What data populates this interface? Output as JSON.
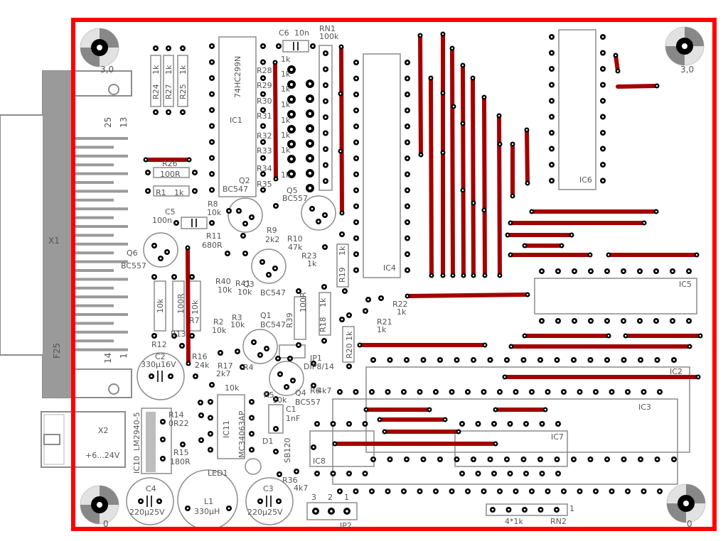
{
  "colors": {
    "outline": "#ff0000",
    "trace": "#a30000",
    "silk": "#8c8c8c",
    "pad": "#000000",
    "text": "#555555"
  },
  "connectors": {
    "x1": {
      "name": "X1",
      "pin_25": "25",
      "pin_13": "13",
      "pin_14": "14",
      "pin_1": "1",
      "variant": "F25"
    },
    "x2": {
      "name": "X2",
      "voltage": "+6...24V"
    },
    "jp1": {
      "name": "JP1",
      "label": "DIP8/14"
    },
    "jp2": {
      "name": "JP2",
      "pin_3": "3",
      "pin_2": "2",
      "pin_1": "1"
    },
    "rn1": {
      "name": "RN1",
      "value": "100k"
    },
    "rn2": {
      "name": "RN2",
      "value": "4*1k",
      "pin_1": "1"
    }
  },
  "mounting_holes": {
    "label_tl": "3,0",
    "label_tr": "3,0",
    "label_bl": "0",
    "label_br": "0"
  },
  "ics": [
    {
      "name": "IC1",
      "part": "74HC299N"
    },
    {
      "name": "IC2"
    },
    {
      "name": "IC3"
    },
    {
      "name": "IC4"
    },
    {
      "name": "IC5"
    },
    {
      "name": "IC6"
    },
    {
      "name": "IC7"
    },
    {
      "name": "IC8"
    },
    {
      "name": "IC10",
      "part": "LM2940-5"
    },
    {
      "name": "IC11",
      "part": "MC34063AP"
    }
  ],
  "resistors": [
    {
      "name": "R24",
      "value": "1k"
    },
    {
      "name": "R27",
      "value": "1k"
    },
    {
      "name": "R25",
      "value": "1k"
    },
    {
      "name": "R26",
      "value": "100R"
    },
    {
      "name": "R1",
      "value": "1k"
    },
    {
      "name": "R28",
      "value": "1k"
    },
    {
      "name": "R29",
      "value": "1k"
    },
    {
      "name": "R30",
      "value": "1k"
    },
    {
      "name": "R31",
      "value": "1k"
    },
    {
      "name": "R32",
      "value": "1k"
    },
    {
      "name": "R33",
      "value": "1k"
    },
    {
      "name": "R34",
      "value": "1k"
    },
    {
      "name": "R35",
      "value": "1k"
    },
    {
      "name": "R8",
      "value": "10k"
    },
    {
      "name": "R9",
      "value": "2k2"
    },
    {
      "name": "R10",
      "value": "47k"
    },
    {
      "name": "R11",
      "value": "680R"
    },
    {
      "name": "R23",
      "value": "1k"
    },
    {
      "name": "R19",
      "value": "1k"
    },
    {
      "name": "R40",
      "value": "10k"
    },
    {
      "name": "R41",
      "value": "10k"
    },
    {
      "name": "R39",
      "value": "100R"
    },
    {
      "name": "R18",
      "value": "1k"
    },
    {
      "name": "R22",
      "value": "1k"
    },
    {
      "name": "R21",
      "value": "1k"
    },
    {
      "name": "R12",
      "value": "10k"
    },
    {
      "name": "R13",
      "value": "100R"
    },
    {
      "name": "R7",
      "value": "10k"
    },
    {
      "name": "R2",
      "value": "10k"
    },
    {
      "name": "R3",
      "value": "10k"
    },
    {
      "name": "R20",
      "value": "1k"
    },
    {
      "name": "R16",
      "value": "24k"
    },
    {
      "name": "R17",
      "value": "2k7"
    },
    {
      "name": "R4",
      "value": "10k"
    },
    {
      "name": "R5",
      "value": "10k"
    },
    {
      "name": "R6",
      "value": "4k7"
    },
    {
      "name": "R14",
      "value": "0R22"
    },
    {
      "name": "R15",
      "value": "180R"
    },
    {
      "name": "R36",
      "value": "4k7"
    }
  ],
  "capacitors": [
    {
      "name": "C6",
      "value": "10n"
    },
    {
      "name": "C5",
      "value": "100n"
    },
    {
      "name": "C2",
      "value": "330µ16V"
    },
    {
      "name": "C1",
      "value": "1nF"
    },
    {
      "name": "C4",
      "value": "220µ25V"
    },
    {
      "name": "C3",
      "value": "220µ25V"
    }
  ],
  "transistors": [
    {
      "name": "Q2",
      "part": "BC547"
    },
    {
      "name": "Q5",
      "part": "BC557"
    },
    {
      "name": "Q6",
      "part": "BC557"
    },
    {
      "name": "Q3",
      "part": "BC547"
    },
    {
      "name": "Q1",
      "part": "BC547"
    },
    {
      "name": "Q4",
      "part": "BC557"
    }
  ],
  "others": {
    "d1": "D1",
    "d1_part": "SB120",
    "led1": "LED1",
    "l1": "L1",
    "l1_value": "330µH"
  }
}
